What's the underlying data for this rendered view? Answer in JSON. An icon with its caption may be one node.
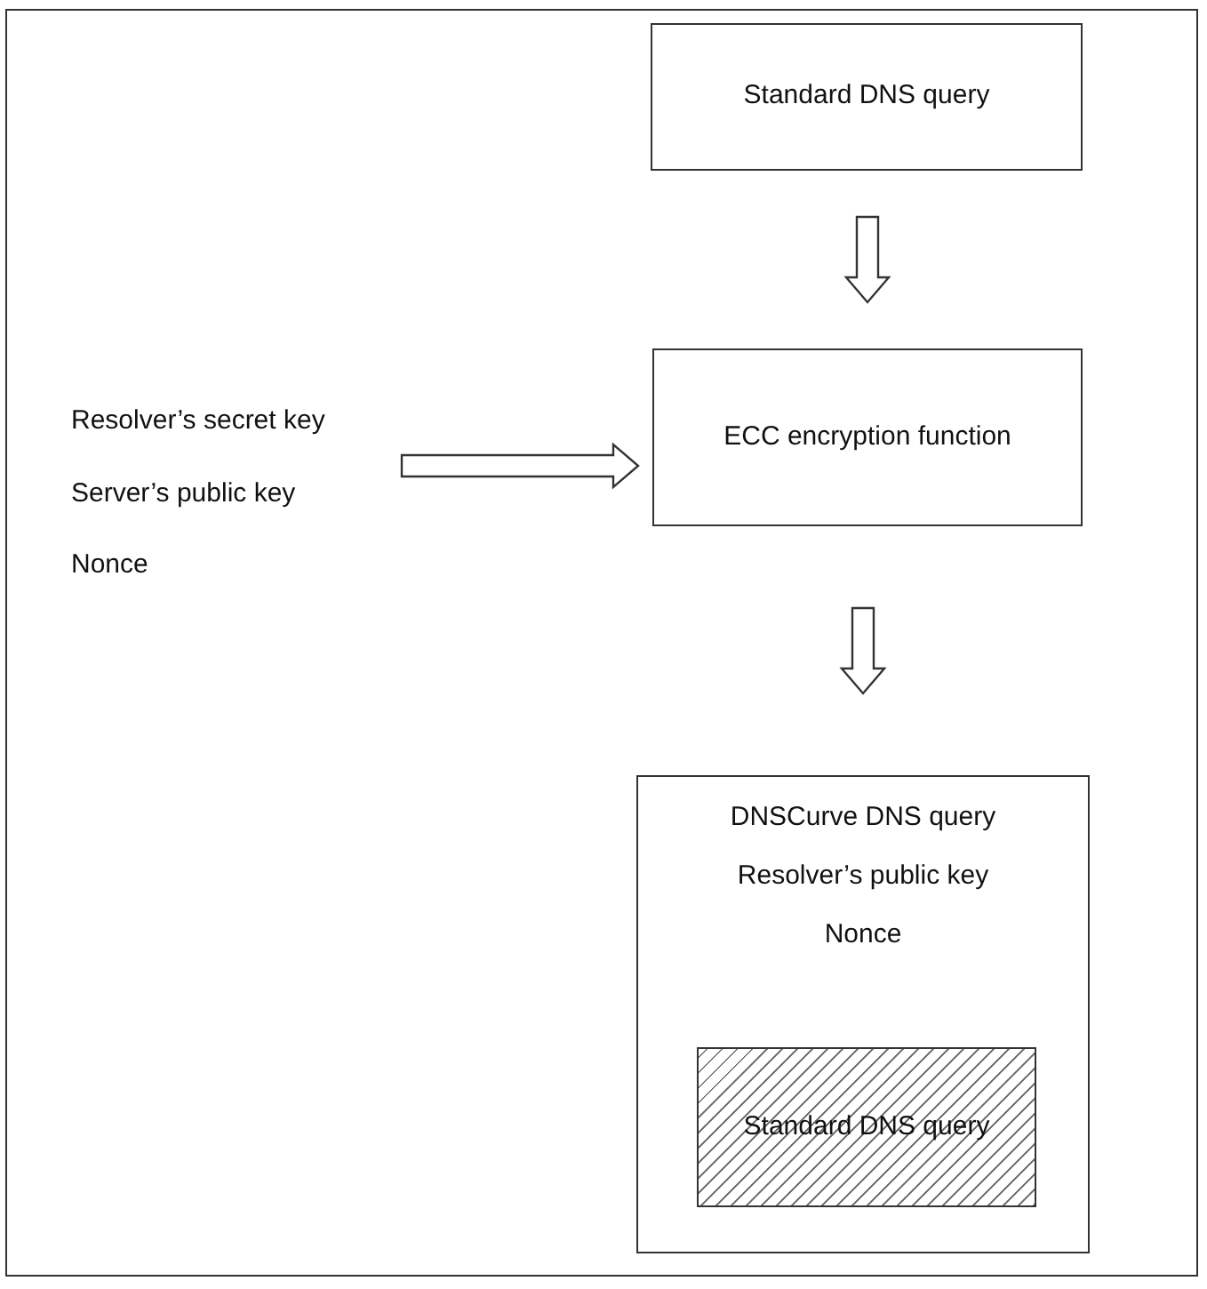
{
  "diagram": {
    "nodes": [
      {
        "text": [
          "Standard DNS query"
        ]
      },
      {
        "text": [
          "Resolver’s secret key",
          "Server’s public key",
          "Nonce"
        ]
      },
      {
        "text": [
          "ECC encryption function"
        ]
      },
      {
        "text": [
          "DNSCurve DNS query",
          "Resolver’s public key",
          "Nonce"
        ]
      },
      {
        "text": [
          "Standard DNS query"
        ],
        "in": 3
      }
    ],
    "edges": [
      {
        "from": 0,
        "to": 2,
        "arrow": "to"
      },
      {
        "from": 1,
        "to": 2,
        "arrow": "to"
      },
      {
        "from": 2,
        "to": 3,
        "arrow": "to"
      }
    ]
  }
}
